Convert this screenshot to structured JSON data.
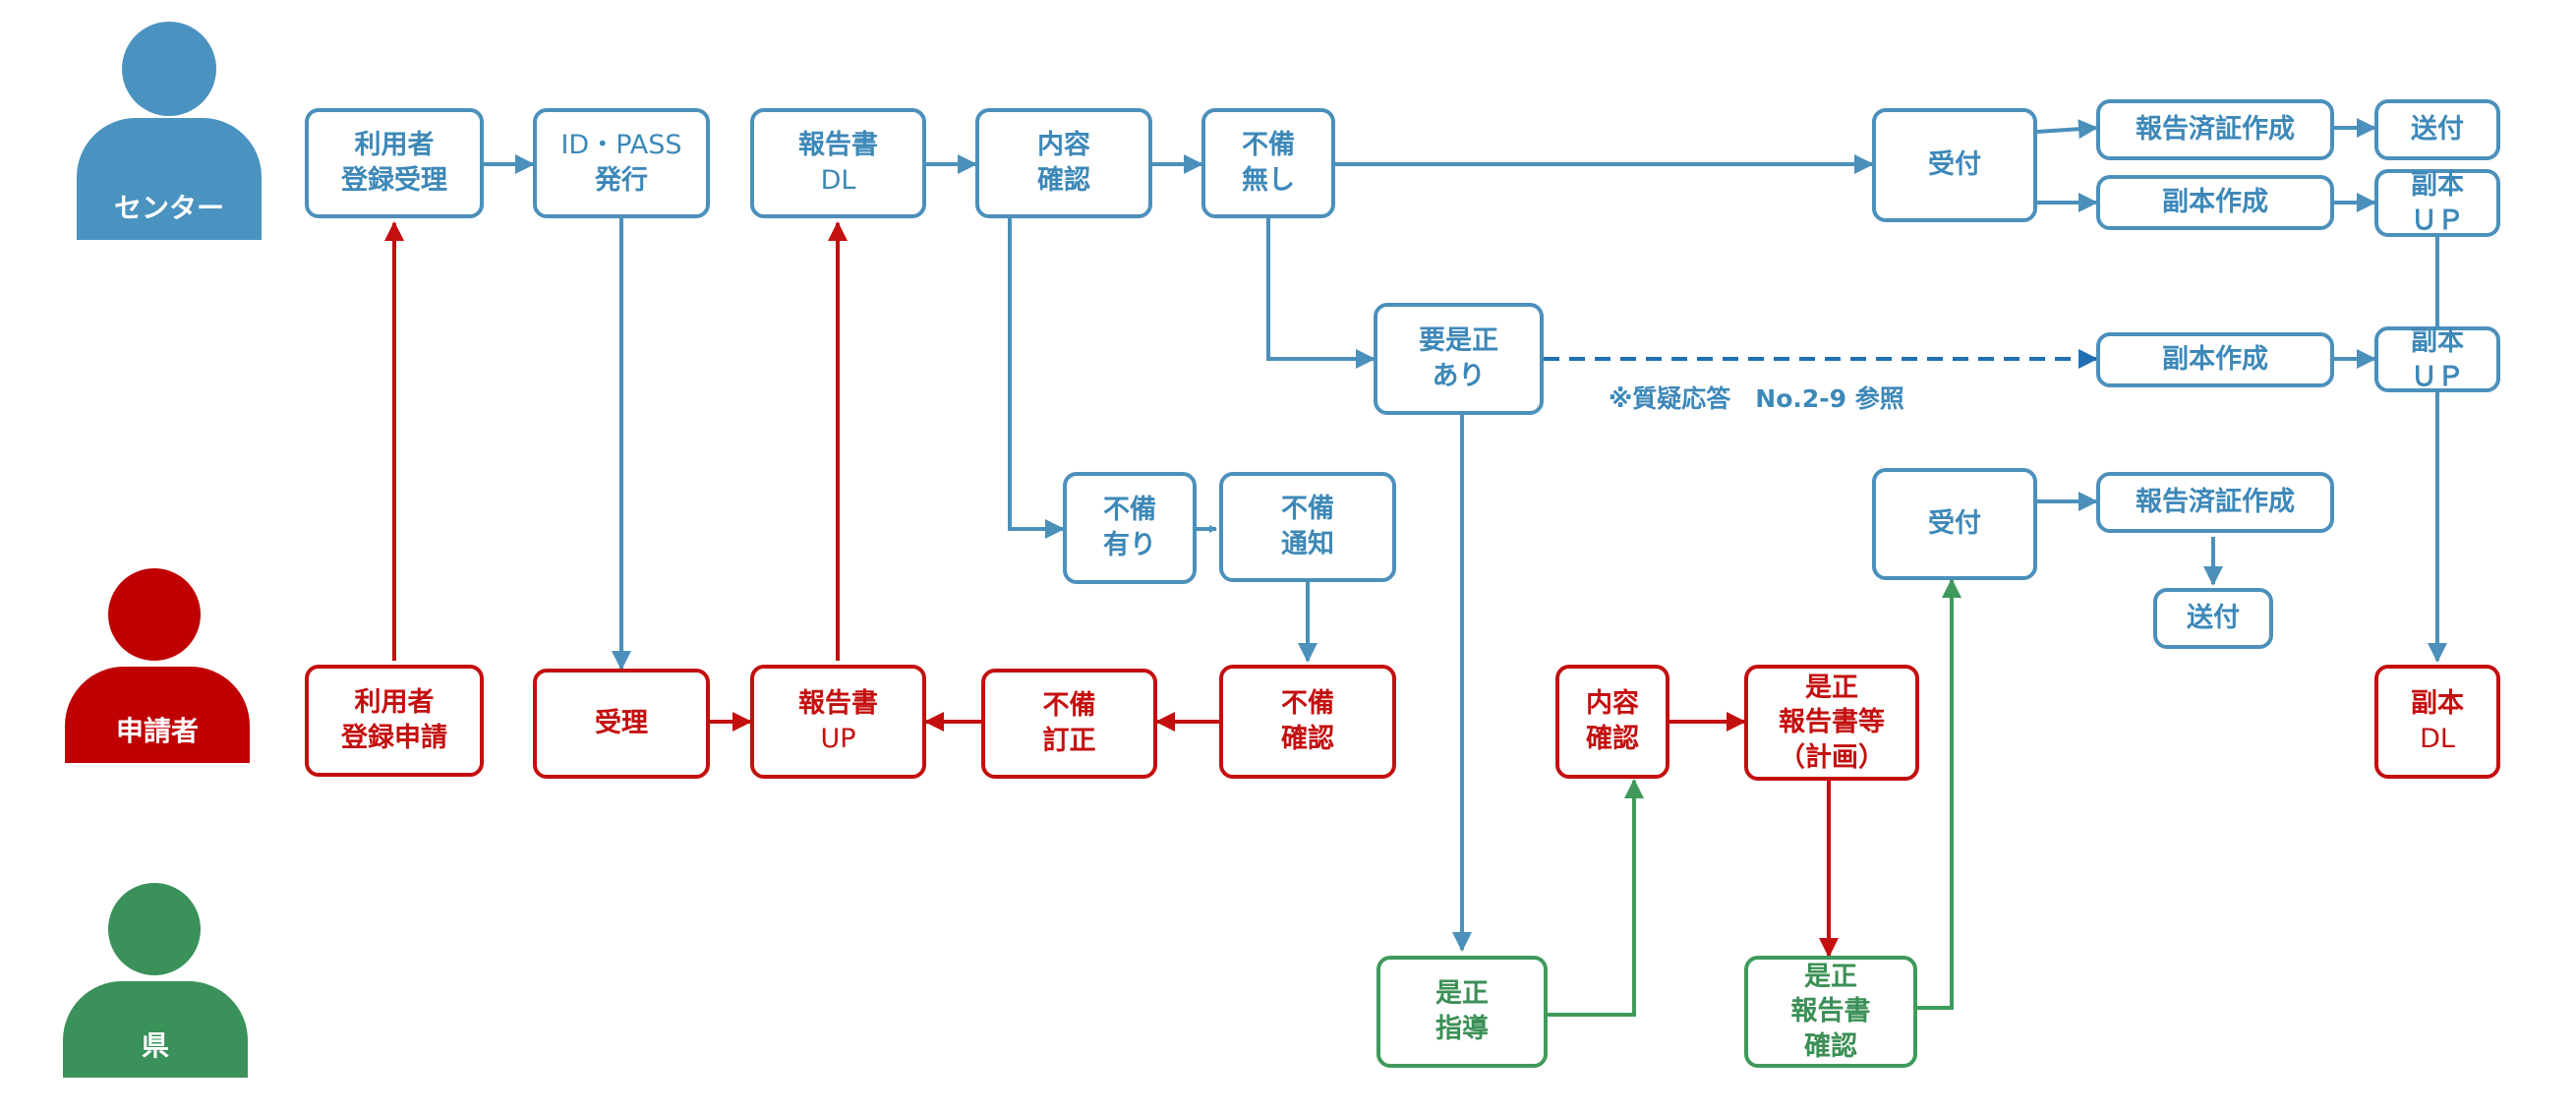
{
  "actors": {
    "center": {
      "label": "センター",
      "color": "#4a93c0"
    },
    "applicant": {
      "label": "申請者",
      "color": "#c00000"
    },
    "prefecture": {
      "label": "県",
      "color": "#3a915a"
    }
  },
  "colors": {
    "center": "#4b90bb",
    "applicant": "#c40f0f",
    "prefecture": "#3f9a5c"
  },
  "nodes": {
    "c_reg": [
      "利用者",
      "登録受理"
    ],
    "c_id": [
      "ID・PASS",
      "発行"
    ],
    "c_dl": [
      "報告書",
      "DL"
    ],
    "c_check": [
      "内容",
      "確認"
    ],
    "c_none": [
      "不備",
      "無し"
    ],
    "c_recv1": [
      "受付"
    ],
    "c_cert1": [
      "報告済証作成"
    ],
    "c_send1": [
      "送付"
    ],
    "c_copy1": [
      "副本作成"
    ],
    "c_up1": [
      "副本",
      "ＵＰ"
    ],
    "c_fix": [
      "要是正",
      "あり"
    ],
    "c_copy2": [
      "副本作成"
    ],
    "c_up2": [
      "副本",
      "ＵＰ"
    ],
    "c_has": [
      "不備",
      "有り"
    ],
    "c_notify": [
      "不備",
      "通知"
    ],
    "c_recv2": [
      "受付"
    ],
    "c_cert2": [
      "報告済証作成"
    ],
    "c_send2": [
      "送付"
    ],
    "a_reg": [
      "利用者",
      "登録申請"
    ],
    "a_recv": [
      "受理"
    ],
    "a_up": [
      "報告書",
      "UP"
    ],
    "a_fix": [
      "不備",
      "訂正"
    ],
    "a_check": [
      "不備",
      "確認"
    ],
    "a_content": [
      "内容",
      "確認"
    ],
    "a_report": [
      "是正",
      "報告書等",
      "（計画）"
    ],
    "a_dl": [
      "副本",
      "DL"
    ],
    "p_guide": [
      "是正",
      "指導"
    ],
    "p_confirm": [
      "是正",
      "報告書",
      "確認"
    ]
  },
  "note": "※質疑応答　No.2-9 参照"
}
